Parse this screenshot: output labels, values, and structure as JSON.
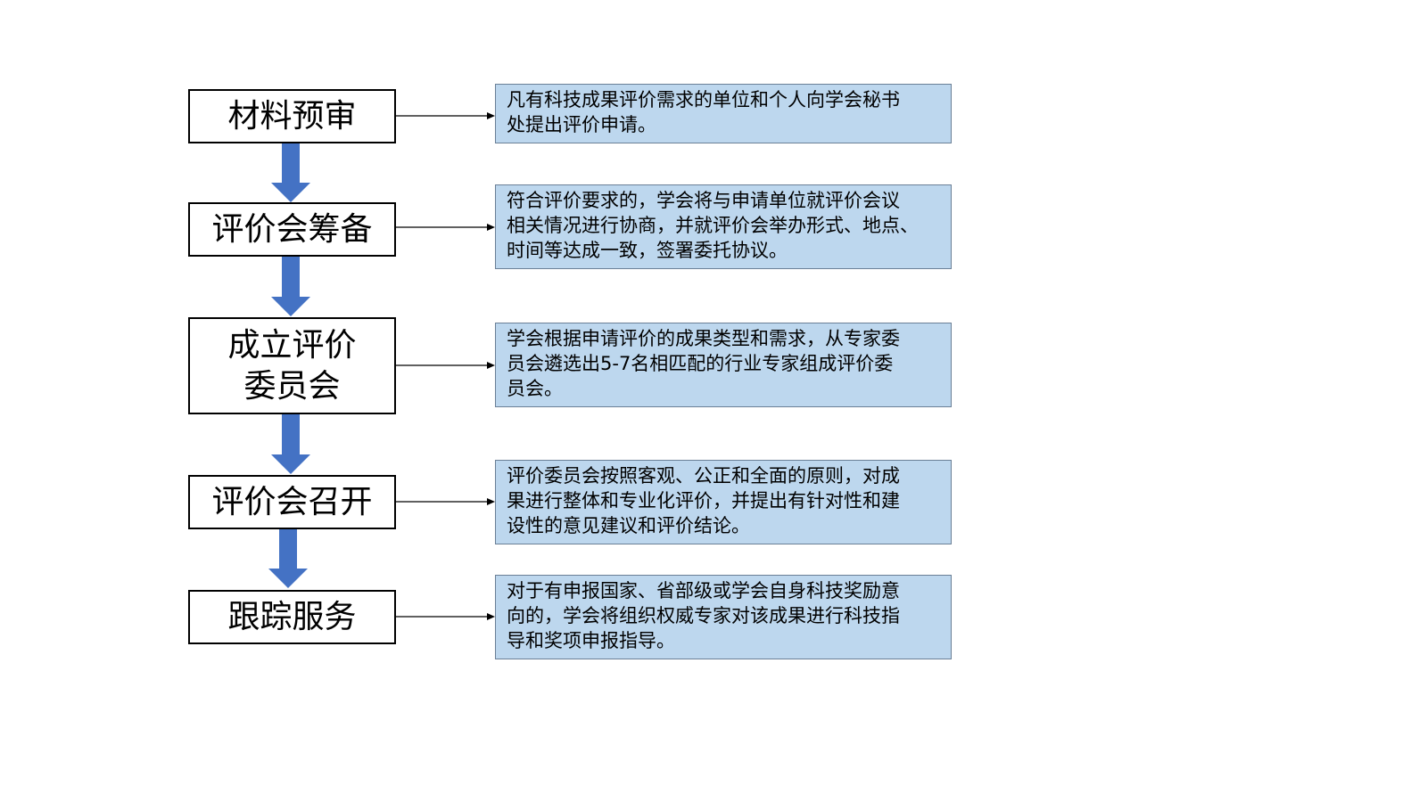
{
  "colors": {
    "step_border": "#000000",
    "step_fill": "#ffffff",
    "desc_fill": "#bdd7ee",
    "desc_border": "#6a7f96",
    "down_arrow": "#4472c4",
    "connector": "#000000"
  },
  "steps": [
    {
      "label": "材料预审"
    },
    {
      "label": "评价会筹备"
    },
    {
      "label": "成立评价\n委员会"
    },
    {
      "label": "评价会召开"
    },
    {
      "label": "跟踪服务"
    }
  ],
  "descriptions": [
    {
      "lines": [
        "凡有科技成果评价需求的单位和个人向学会秘书",
        "处提出评价申请。"
      ]
    },
    {
      "lines": [
        "符合评价要求的，学会将与申请单位就评价会议",
        "相关情况进行协商，并就评价会举办形式、地点、",
        "时间等达成一致，签署委托协议。"
      ]
    },
    {
      "lines": [
        "学会根据申请评价的成果类型和需求，从专家委",
        "员会遴选出5-7名相匹配的行业专家组成评价委",
        "员会。"
      ]
    },
    {
      "lines": [
        "评价委员会按照客观、公正和全面的原则，对成",
        "果进行整体和专业化评价，并提出有针对性和建",
        "设性的意见建议和评价结论。"
      ]
    },
    {
      "lines": [
        "对于有申报国家、省部级或学会自身科技奖励意",
        "向的，学会将组织权威专家对该成果进行科技指",
        "导和奖项申报指导。"
      ]
    }
  ]
}
